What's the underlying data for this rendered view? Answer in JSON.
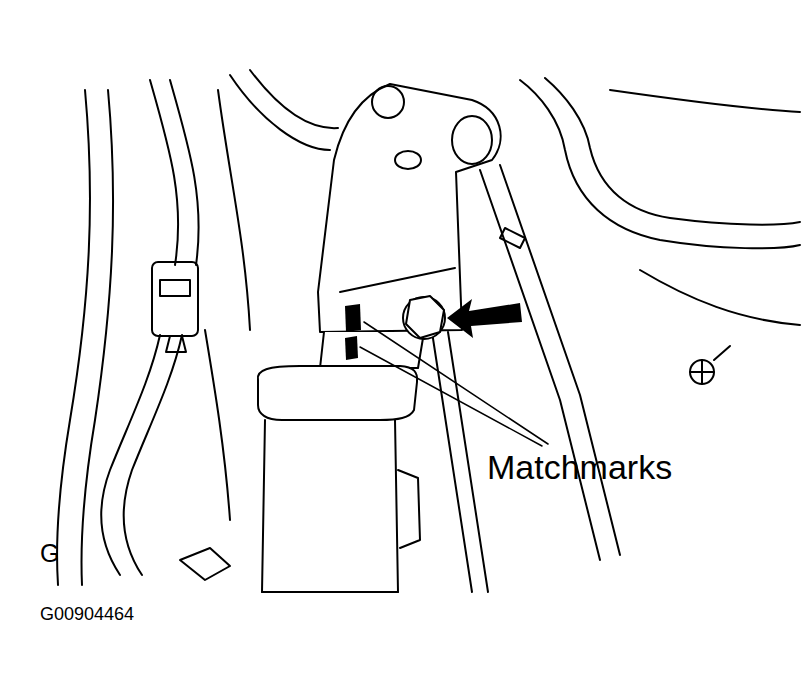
{
  "diagram": {
    "labels": [
      "Matchmarks",
      "G",
      "G00904464"
    ]
  }
}
